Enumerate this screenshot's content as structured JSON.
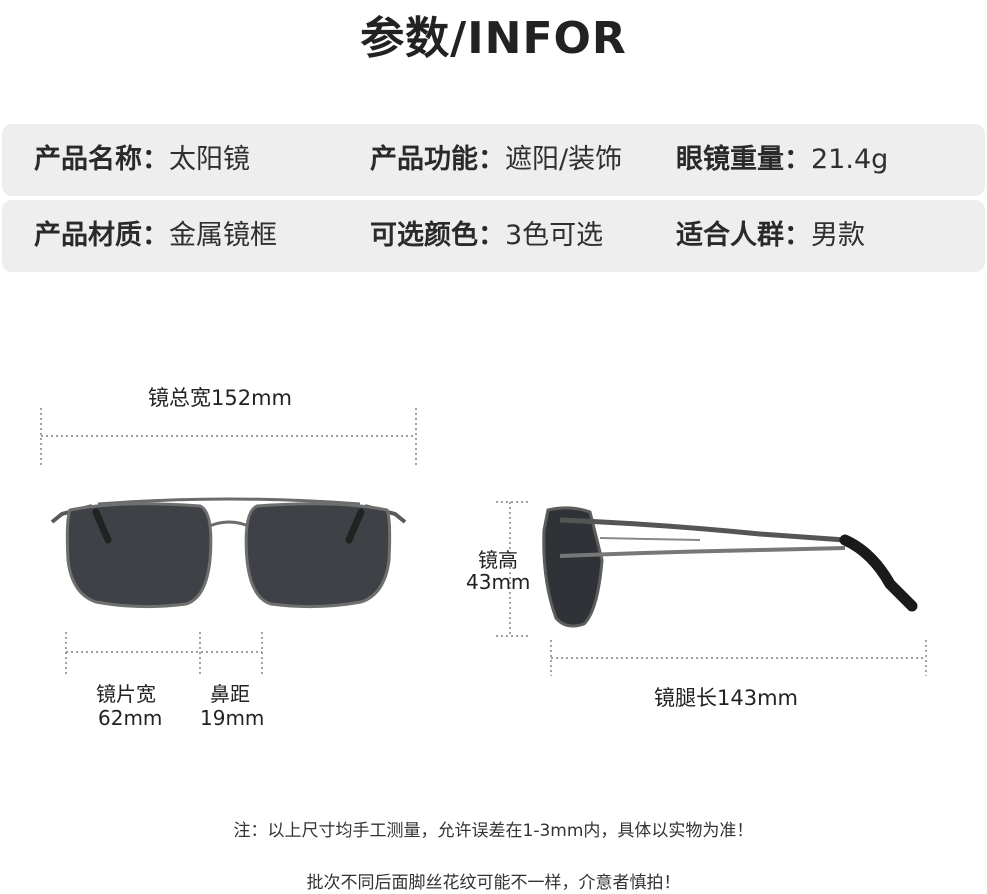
{
  "title": "参数/INFOR",
  "specs": {
    "row1": [
      {
        "key": "产品名称：",
        "value": "太阳镜"
      },
      {
        "key": "产品功能：",
        "value": "遮阳/装饰"
      },
      {
        "key": "眼镜重量：",
        "value": "21.4g"
      }
    ],
    "row2": [
      {
        "key": "产品材质：",
        "value": "金属镜框"
      },
      {
        "key": "可选颜色：",
        "value": "3色可选"
      },
      {
        "key": "适合人群：",
        "value": "男款"
      }
    ]
  },
  "dimensions": {
    "total_width": "镜总宽152mm",
    "lens_width_label": "镜片宽",
    "lens_width_value": "62mm",
    "nose_label": "鼻距",
    "nose_value": "19mm",
    "lens_height_label": "镜高",
    "lens_height_value": "43mm",
    "temple_length": "镜腿长143mm"
  },
  "notes": [
    "注：以上尺寸均手工测量，允许误差在1-3mm内，具体以实物为准！",
    "批次不同后面脚丝花纹可能不一样，介意者慎拍！"
  ]
}
